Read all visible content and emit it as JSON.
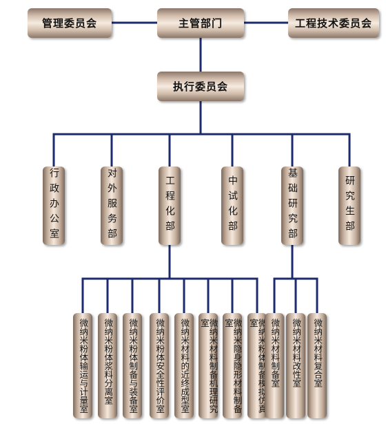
{
  "top": {
    "left": "管理委员会",
    "center": "主管部门",
    "right": "工程技术委员会"
  },
  "executive": "执行委员会",
  "departments": [
    "行政办公室",
    "对外服务部",
    "工程化部",
    "中试化部",
    "基础研究部",
    "研究生部"
  ],
  "engineering_labs": [
    "微纳米粉体输运与计量室",
    "微纳米粉体浆料分离室",
    "微纳米粉体制备与装备室",
    "微纳米粉体安全性评价室",
    "微纳米材料的近终成型室",
    "微纳米材料制备机理研究室",
    "微纳米隐身隐形材料制备室",
    "微纳米粉体制备模拟仿真室"
  ],
  "research_labs": [
    "微纳米材料制备室",
    "微纳米材料改性室",
    "微纳米材料复合室"
  ],
  "colors": {
    "connector": "#1c2a6e",
    "box_edge": "#7d6a5d",
    "box_center": "#f5e8dc"
  }
}
